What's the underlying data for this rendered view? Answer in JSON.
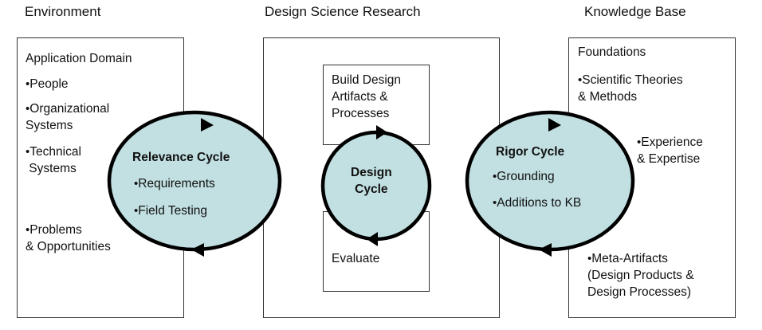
{
  "headers": {
    "environment": "Environment",
    "dsr": "Design Science Research",
    "kb": "Knowledge Base"
  },
  "environment": {
    "title": "Application Domain",
    "items": [
      "People",
      "Organizational\nSystems",
      "Technical\n Systems",
      "Problems\n& Opportunities"
    ]
  },
  "dsr": {
    "build": "Build Design\nArtifacts &\nProcesses",
    "evaluate": "Evaluate"
  },
  "kb": {
    "title": "Foundations",
    "items": [
      "Scientific Theories\n& Methods",
      "Experience\n& Expertise",
      "Meta-Artifacts\n(Design Products &\nDesign Processes)"
    ]
  },
  "cycles": {
    "relevance": {
      "title": "Relevance Cycle",
      "items": [
        "Requirements",
        "Field Testing"
      ]
    },
    "design": {
      "title": "Design\nCycle"
    },
    "rigor": {
      "title": "Rigor Cycle",
      "items": [
        "Grounding",
        "Additions to KB"
      ]
    }
  },
  "colors": {
    "cycle_fill": "#c2e0e2",
    "stroke": "#000000"
  }
}
